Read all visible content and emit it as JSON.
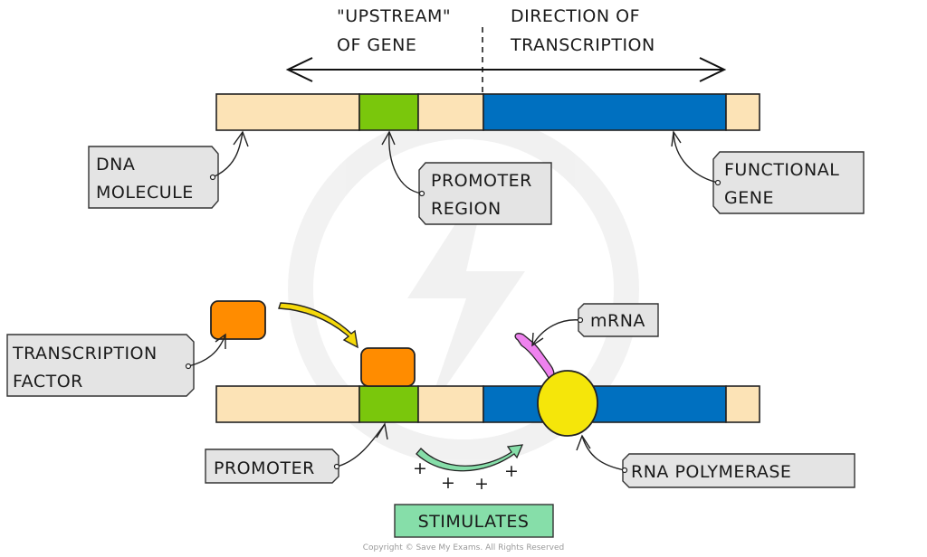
{
  "header": {
    "upstream_line1": "\"UPSTREAM\"",
    "upstream_line2": "OF GENE",
    "direction_line1": "DIRECTION OF",
    "direction_line2": "TRANSCRIPTION"
  },
  "colors": {
    "non_coding": "#fce3b6",
    "promoter": "#7ac70c",
    "gene": "#0070c0",
    "transcription_factor": "#ff8c00",
    "rna_polymerase": "#f5e60a",
    "mrna": "#ee82ee",
    "stimulate_arrow": "#86dea9",
    "movement_arrow": "#f5d90a",
    "label_tag": "#e4e4e4"
  },
  "top_strand": {
    "labels": {
      "dna_molecule": [
        "DNA",
        "MOLECULE"
      ],
      "promoter_region": [
        "PROMOTER",
        "REGION"
      ],
      "functional_gene": [
        "FUNCTIONAL",
        "GENE"
      ]
    }
  },
  "bottom_strand": {
    "labels": {
      "transcription_factor": [
        "TRANSCRIPTION",
        "FACTOR"
      ],
      "mrna": "mRNA",
      "promoter": "PROMOTER",
      "rna_polymerase": "RNA POLYMERASE",
      "stimulates": "STIMULATES",
      "plus_sign": "+"
    }
  },
  "footer": {
    "copyright": "Copyright © Save My Exams. All Rights Reserved"
  }
}
